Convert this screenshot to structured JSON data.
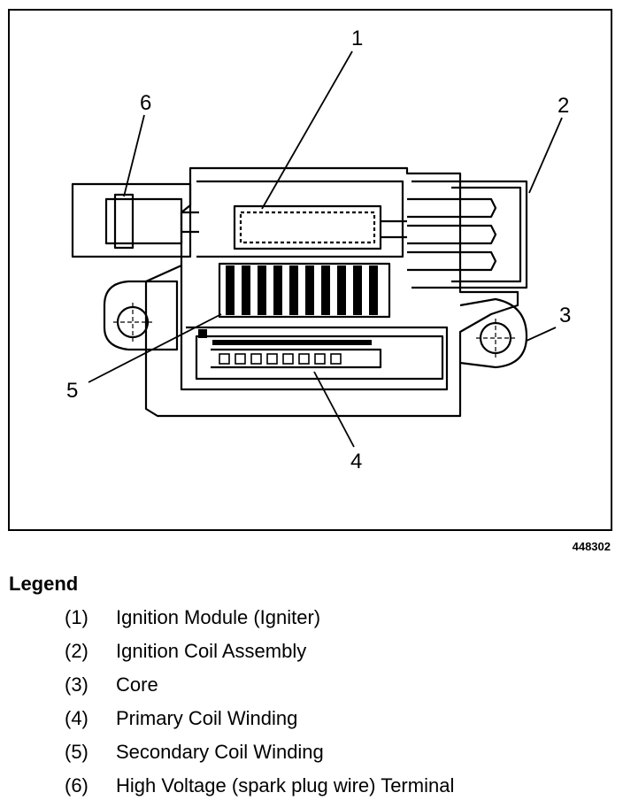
{
  "figure_id": "448302",
  "callouts": {
    "c1": "1",
    "c2": "2",
    "c3": "3",
    "c4": "4",
    "c5": "5",
    "c6": "6"
  },
  "legend": {
    "title": "Legend",
    "items": [
      {
        "num": "(1)",
        "label": "Ignition Module (Igniter)"
      },
      {
        "num": "(2)",
        "label": "Ignition Coil Assembly"
      },
      {
        "num": "(3)",
        "label": "Core"
      },
      {
        "num": "(4)",
        "label": "Primary Coil Winding"
      },
      {
        "num": "(5)",
        "label": "Secondary Coil Winding"
      },
      {
        "num": "(6)",
        "label": "High Voltage (spark plug wire) Terminal"
      }
    ]
  }
}
